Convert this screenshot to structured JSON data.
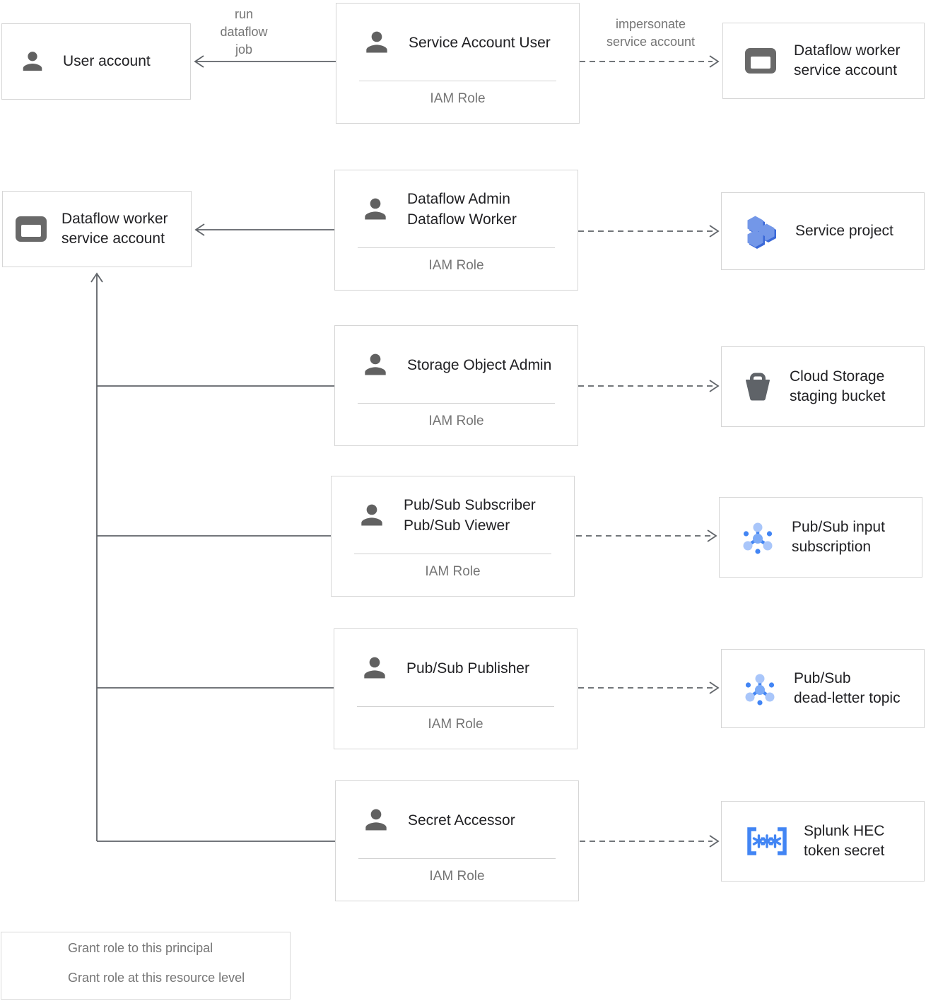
{
  "diagram": {
    "left_nodes": [
      {
        "label": "User account",
        "icon": "user-icon"
      },
      {
        "label": "Dataflow worker\nservice account",
        "icon": "service-account-icon"
      }
    ],
    "role_boxes": [
      {
        "title": "Service Account User",
        "footer": "IAM Role",
        "icon": "user-icon"
      },
      {
        "title": "Dataflow Admin\nDataflow Worker",
        "footer": "IAM Role",
        "icon": "user-icon"
      },
      {
        "title": "Storage Object Admin",
        "footer": "IAM Role",
        "icon": "user-icon"
      },
      {
        "title": "Pub/Sub Subscriber\nPub/Sub Viewer",
        "footer": "IAM Role",
        "icon": "user-icon"
      },
      {
        "title": "Pub/Sub Publisher",
        "footer": "IAM Role",
        "icon": "user-icon"
      },
      {
        "title": "Secret Accessor",
        "footer": "IAM Role",
        "icon": "user-icon"
      }
    ],
    "resource_nodes": [
      {
        "label": "Dataflow worker\nservice account",
        "icon": "service-account-icon"
      },
      {
        "label": "Service project",
        "icon": "project-hexagons-icon"
      },
      {
        "label": "Cloud Storage\nstaging bucket",
        "icon": "storage-bucket-icon"
      },
      {
        "label": "Pub/Sub input\nsubscription",
        "icon": "pubsub-icon"
      },
      {
        "label": "Pub/Sub\ndead-letter topic",
        "icon": "pubsub-icon"
      },
      {
        "label": "Splunk HEC\ntoken secret",
        "icon": "secret-icon"
      }
    ],
    "edge_labels": {
      "run": "run\ndataflow\njob",
      "impersonate": "impersonate\nservice account"
    },
    "legend": {
      "items": [
        {
          "arrow": "solid",
          "label": "Grant role to this principal"
        },
        {
          "arrow": "dashed",
          "label": "Grant role at this resource level"
        }
      ]
    },
    "colors": {
      "line": "#5f6368",
      "box_border": "#d6d6d6",
      "title_text": "#212124",
      "muted_text": "#757575",
      "icon_gray": "#616161",
      "blue": "#4285f4",
      "mid_blue": "#7baaf7",
      "light_blue": "#a9c6fa",
      "hex_face": "#7397e8",
      "hex_edge": "#3b69d8"
    }
  }
}
